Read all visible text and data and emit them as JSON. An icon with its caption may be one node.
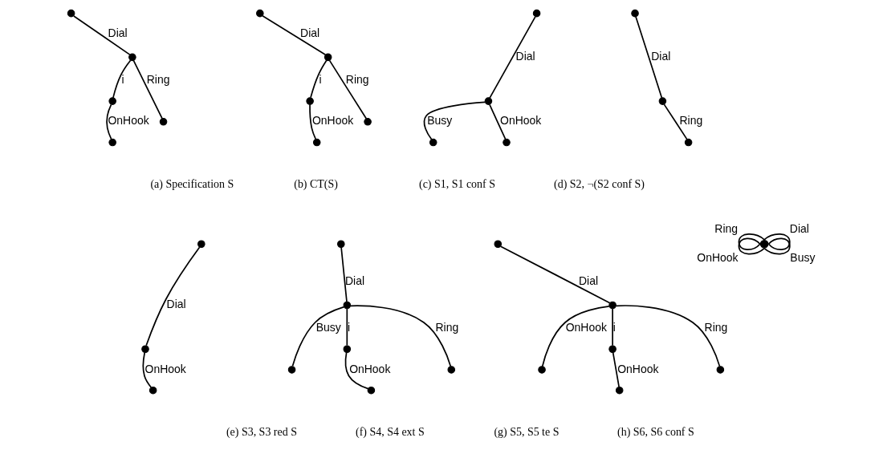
{
  "diagram": {
    "nodes": [
      {
        "text": [],
        "shape": "circle"
      },
      {
        "text": [],
        "shape": "circle"
      },
      {
        "text": [],
        "shape": "circle"
      },
      {
        "text": [],
        "shape": "circle"
      },
      {
        "text": [],
        "shape": "circle"
      },
      {
        "text": [],
        "shape": "circle"
      },
      {
        "text": [],
        "shape": "circle"
      },
      {
        "text": [],
        "shape": "circle"
      },
      {
        "text": [],
        "shape": "circle"
      },
      {
        "text": [],
        "shape": "circle"
      },
      {
        "text": [],
        "shape": "circle"
      },
      {
        "text": [],
        "shape": "circle"
      },
      {
        "text": [],
        "shape": "circle"
      },
      {
        "text": [],
        "shape": "circle"
      },
      {
        "text": [],
        "shape": "circle"
      },
      {
        "text": [],
        "shape": "circle"
      },
      {
        "text": [],
        "shape": "circle"
      },
      {
        "text": [],
        "shape": "circle"
      },
      {
        "text": [],
        "shape": "circle"
      },
      {
        "text": [],
        "shape": "circle"
      },
      {
        "text": [],
        "shape": "circle"
      },
      {
        "text": [],
        "shape": "circle"
      },
      {
        "text": [],
        "shape": "circle"
      },
      {
        "text": [],
        "shape": "circle"
      },
      {
        "text": [],
        "shape": "circle"
      },
      {
        "text": [],
        "shape": "circle"
      },
      {
        "text": [],
        "shape": "circle"
      },
      {
        "text": [],
        "shape": "circle"
      },
      {
        "text": [],
        "shape": "circle"
      },
      {
        "text": [],
        "shape": "circle"
      },
      {
        "text": [],
        "shape": "circle"
      },
      {
        "text": [],
        "shape": "circle"
      },
      {
        "text": [],
        "shape": "circle"
      }
    ],
    "edges": [
      {
        "from": 0,
        "to": 1,
        "arrow": "none",
        "label": "Dial"
      },
      {
        "from": 1,
        "to": 2,
        "arrow": "none",
        "label": "i"
      },
      {
        "from": 1,
        "to": 3,
        "arrow": "none",
        "label": "Ring"
      },
      {
        "from": 2,
        "to": 4,
        "arrow": "none",
        "label": "OnHook"
      },
      {
        "from": 5,
        "to": 6,
        "arrow": "none",
        "label": "Dial"
      },
      {
        "from": 6,
        "to": 7,
        "arrow": "none",
        "label": "i"
      },
      {
        "from": 6,
        "to": 8,
        "arrow": "none",
        "label": "Ring"
      },
      {
        "from": 7,
        "to": 9,
        "arrow": "none",
        "label": "OnHook"
      },
      {
        "from": 10,
        "to": 11,
        "arrow": "none",
        "label": "Dial"
      },
      {
        "from": 11,
        "to": 12,
        "arrow": "none",
        "label": "OnHook"
      },
      {
        "from": 11,
        "to": 13,
        "arrow": "none",
        "label": "Busy"
      },
      {
        "from": 14,
        "to": 15,
        "arrow": "none",
        "label": "Dial"
      },
      {
        "from": 15,
        "to": 16,
        "arrow": "none",
        "label": "Ring"
      },
      {
        "from": 17,
        "to": 18,
        "arrow": "none",
        "label": "Dial"
      },
      {
        "from": 18,
        "to": 19,
        "arrow": "none",
        "label": "OnHook"
      },
      {
        "from": 20,
        "to": 21,
        "arrow": "none",
        "label": "Dial"
      },
      {
        "from": 21,
        "to": 22,
        "arrow": "none",
        "label": "i"
      },
      {
        "from": 21,
        "to": 24,
        "arrow": "none",
        "label": "Busy"
      },
      {
        "from": 21,
        "to": 23,
        "arrow": "none",
        "label": "Ring"
      },
      {
        "from": 22,
        "to": 25,
        "arrow": "none",
        "label": "OnHook"
      },
      {
        "from": 26,
        "to": 27,
        "arrow": "none",
        "label": "Dial"
      },
      {
        "from": 27,
        "to": 28,
        "arrow": "none",
        "label": "i"
      },
      {
        "from": 27,
        "to": 30,
        "arrow": "none",
        "label": "OnHook"
      },
      {
        "from": 27,
        "to": 29,
        "arrow": "none",
        "label": "Ring"
      },
      {
        "from": 28,
        "to": 31,
        "arrow": "none",
        "label": "OnHook"
      },
      {
        "from": 32,
        "to": 32,
        "arrow": "none",
        "label": "Ring"
      },
      {
        "from": 32,
        "to": 32,
        "arrow": "none",
        "label": "Dial"
      },
      {
        "from": 32,
        "to": 32,
        "arrow": "none",
        "label": "OnHook"
      },
      {
        "from": 32,
        "to": 32,
        "arrow": "none",
        "label": "Busy"
      }
    ],
    "labels": [
      "(a) Specification S",
      "(b) CT(S)",
      "(c) S1, S1 conf S",
      "(d) S2, ¬(S2 conf S)",
      "(e) S3, S3 red S",
      "(f) S4, S4 ext S",
      "(g) S5, S5 te S",
      "(h) S6, S6 conf S"
    ]
  }
}
